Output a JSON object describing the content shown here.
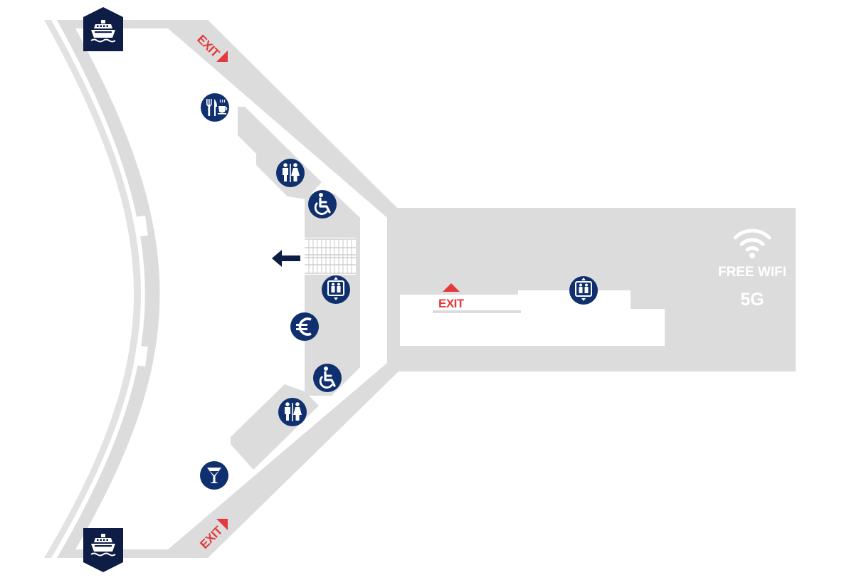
{
  "map": {
    "colors": {
      "floor": "#dcdcdc",
      "navy": "#0f2f6e",
      "ship_badge": "#0e1d45",
      "exit_red": "#e4393c",
      "background": "#ffffff"
    },
    "exits": [
      {
        "id": "exit-top-left",
        "label": "EXIT",
        "arrow": "exit-arrow-icon"
      },
      {
        "id": "exit-center",
        "label": "EXIT",
        "arrow": "exit-arrow-icon"
      },
      {
        "id": "exit-bottom-left",
        "label": "EXIT",
        "arrow": "exit-arrow-icon"
      }
    ],
    "wifi": {
      "label": "FREE WIFI",
      "network": "5G",
      "icon": "wifi-icon"
    },
    "poi_icons": [
      {
        "id": "restaurant-cafe",
        "icon": "restaurant-cafe-icon"
      },
      {
        "id": "toilets-upper",
        "icon": "toilets-icon"
      },
      {
        "id": "accessible-upper",
        "icon": "wheelchair-icon"
      },
      {
        "id": "elevator-left",
        "icon": "elevator-icon"
      },
      {
        "id": "currency-exchange",
        "icon": "euro-icon"
      },
      {
        "id": "accessible-lower",
        "icon": "wheelchair-icon"
      },
      {
        "id": "toilets-lower",
        "icon": "toilets-icon"
      },
      {
        "id": "bar",
        "icon": "bar-glass-icon"
      },
      {
        "id": "elevator-right",
        "icon": "elevator-icon"
      }
    ],
    "ship_badges": [
      {
        "id": "ship-top",
        "icon": "cruise-ship-icon"
      },
      {
        "id": "ship-bottom",
        "icon": "cruise-ship-icon"
      }
    ],
    "direction_arrow": {
      "icon": "arrow-left-icon"
    }
  }
}
